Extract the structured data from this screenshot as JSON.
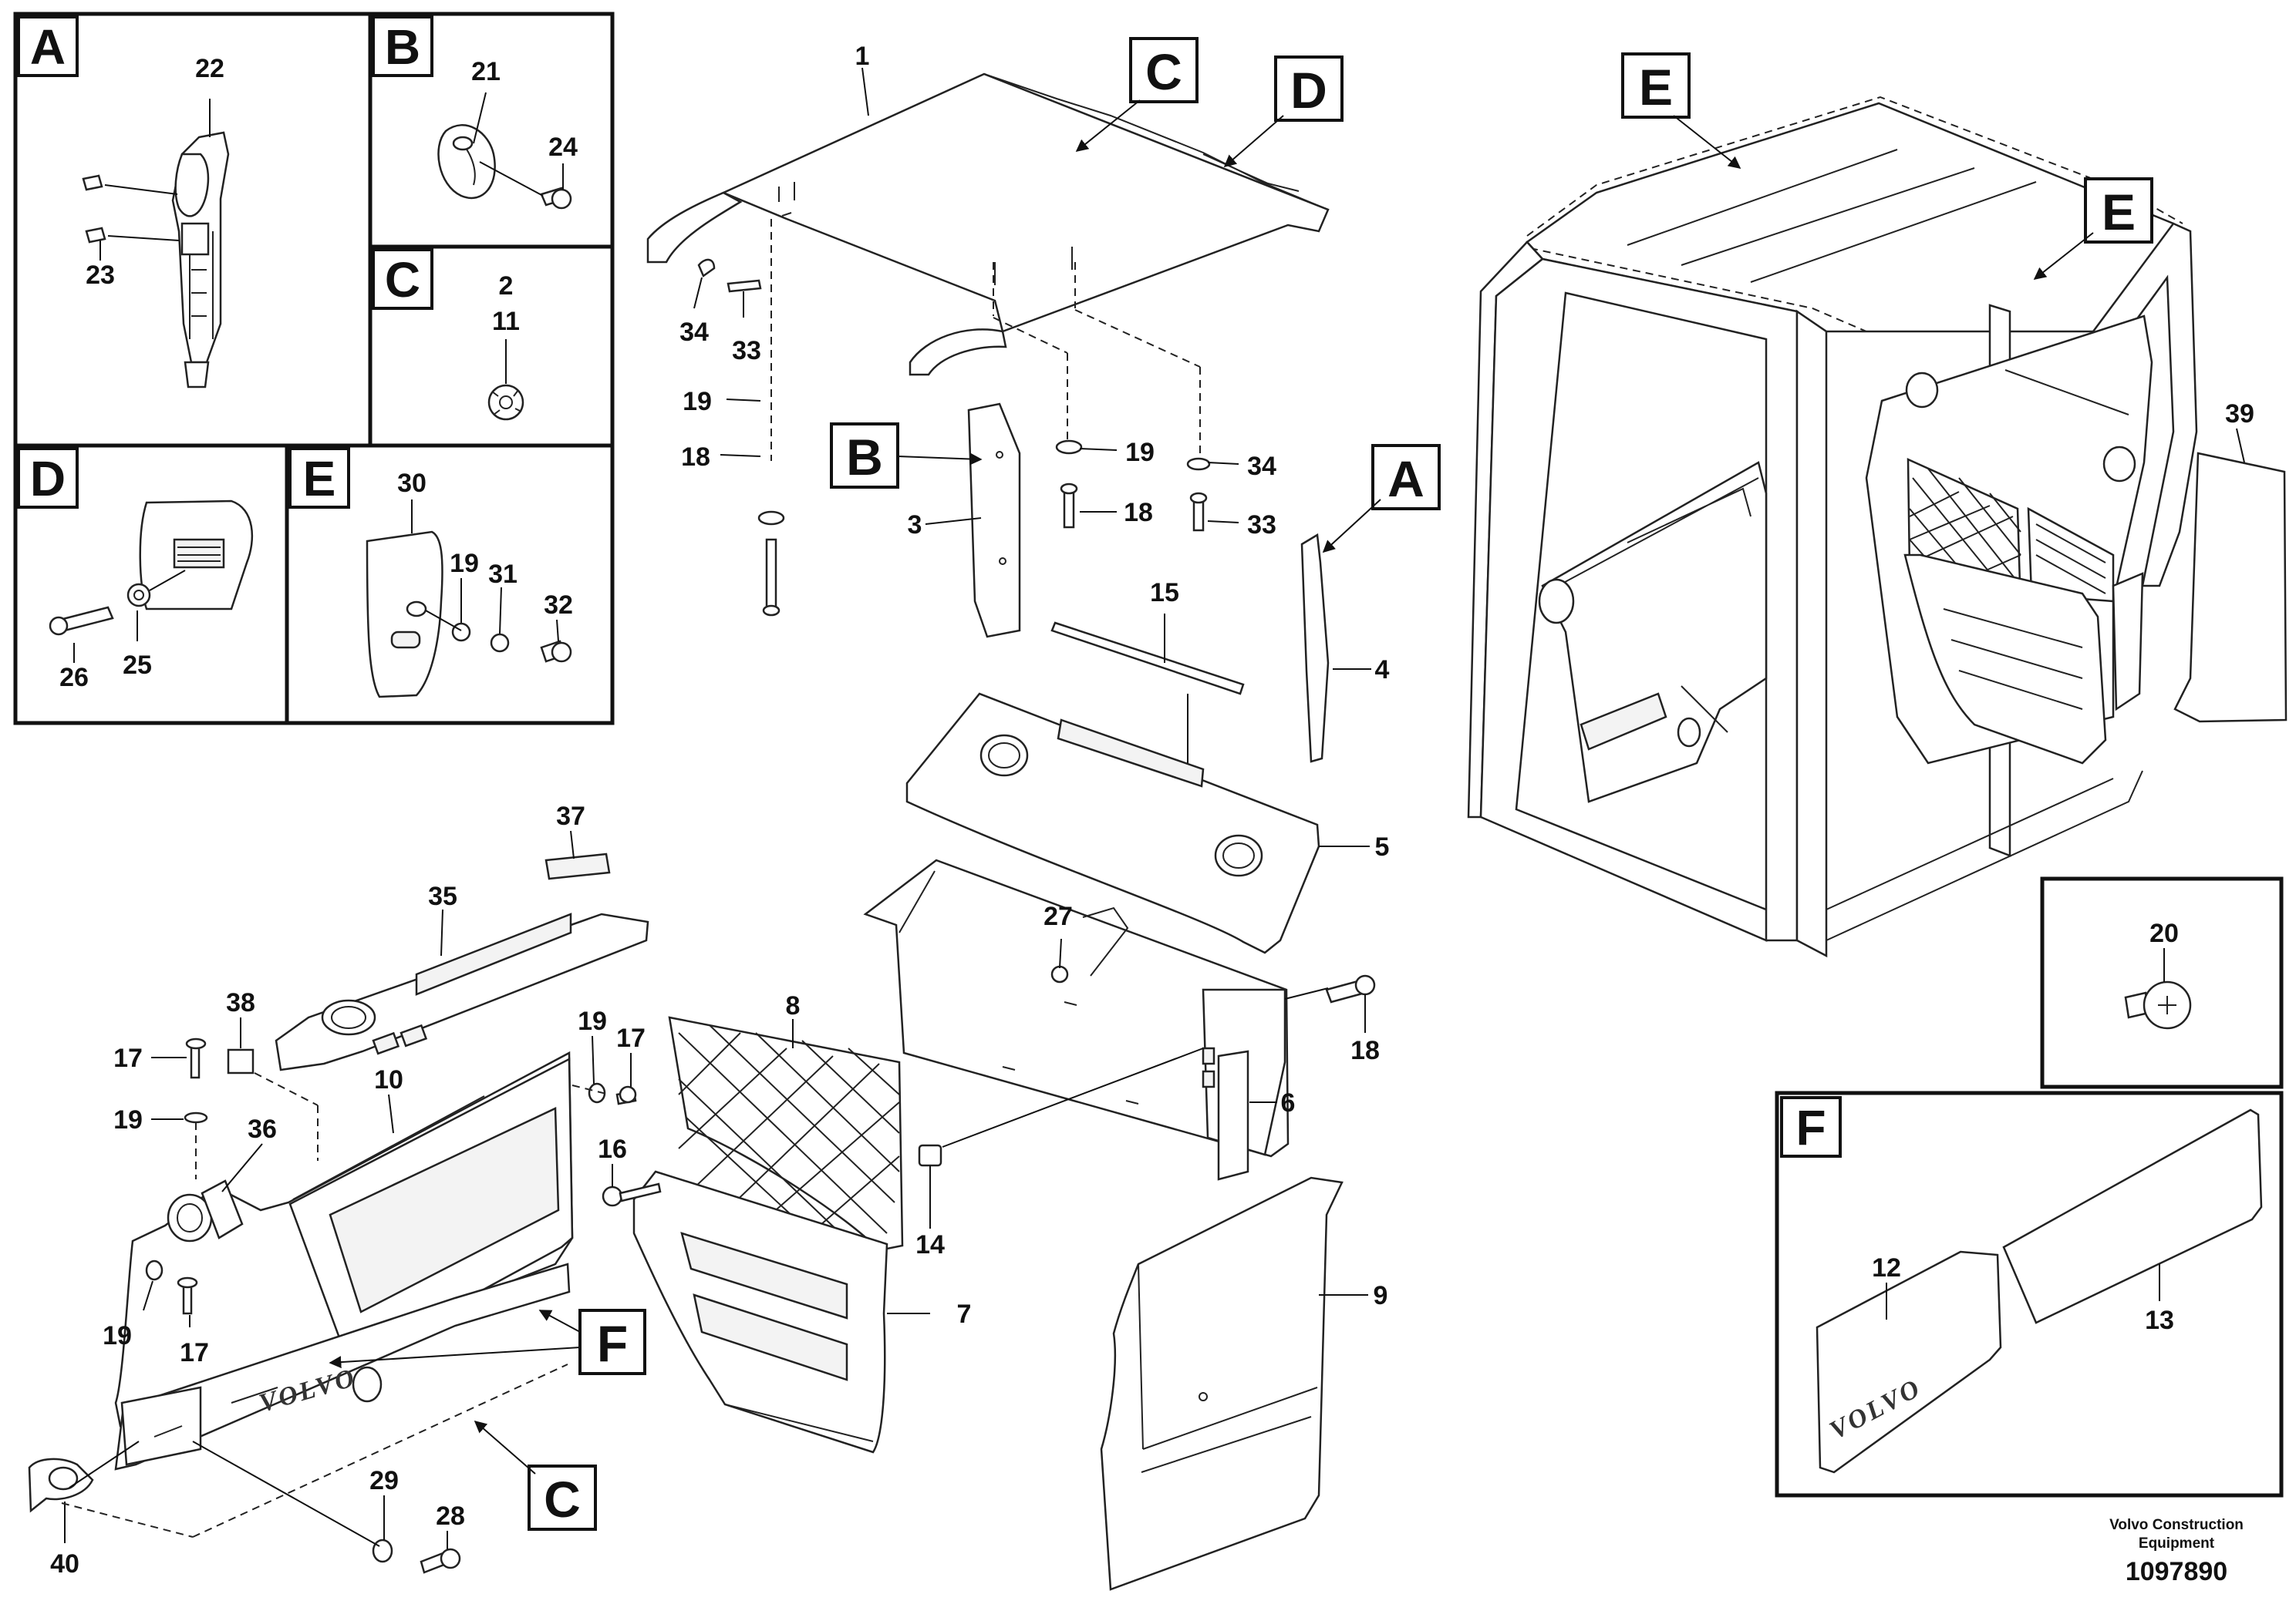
{
  "detail_boxes": [
    {
      "letter": "A"
    },
    {
      "letter": "B"
    },
    {
      "letter": "C"
    },
    {
      "letter": "D"
    },
    {
      "letter": "E"
    },
    {
      "letter": "F"
    }
  ],
  "callouts": {
    "c_roof": "C",
    "d_roof": "D",
    "b_strip": "B",
    "a_strip": "A",
    "f_console": "F",
    "c_console": "C",
    "e_roof": "E",
    "e_side": "E"
  },
  "part_labels": {
    "l1": "1",
    "l2": "2",
    "l3": "3",
    "l4": "4",
    "l5": "5",
    "l6": "6",
    "l7": "7",
    "l8": "8",
    "l9": "9",
    "l10": "10",
    "l11": "11",
    "l12": "12",
    "l13": "13",
    "l14": "14",
    "l15": "15",
    "l16": "16",
    "l17": "17",
    "l18": "18",
    "l19": "19",
    "l20": "20",
    "l21": "21",
    "l22": "22",
    "l23": "23",
    "l24": "24",
    "l25": "25",
    "l26": "26",
    "l27": "27",
    "l28": "28",
    "l29": "29",
    "l30": "30",
    "l31": "31",
    "l32": "32",
    "l33": "33",
    "l34": "34",
    "l35": "35",
    "l36": "36",
    "l37": "37",
    "l38": "38",
    "l39": "39",
    "l40": "40"
  },
  "branding": {
    "console_logo": "VOLVO",
    "decal_logo": "VOLVO"
  },
  "footer": {
    "company_line1": "Volvo Construction",
    "company_line2": "Equipment",
    "drawing_number": "1097890"
  }
}
